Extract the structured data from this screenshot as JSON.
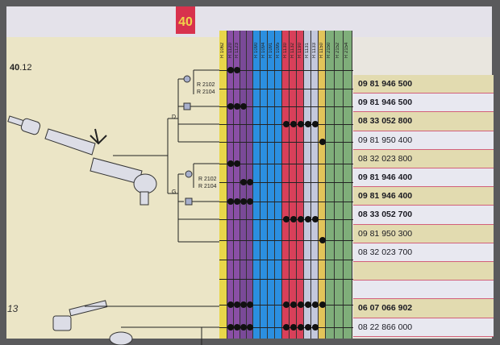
{
  "page_number": "40",
  "section": {
    "major": "40",
    "minor": ".12"
  },
  "figure_number": "13",
  "branch_labels": {
    "right": "D",
    "left": "G"
  },
  "variant_labels": [
    {
      "lines": [
        "R 2102",
        "R 2104"
      ]
    },
    {
      "lines": [
        "R 2102",
        "R 2104"
      ]
    }
  ],
  "model_columns": [
    {
      "label": "R 1062",
      "color": "#e8d64a"
    },
    {
      "label": "R 1120",
      "color": "#8a4fa6"
    },
    {
      "label": "R 1123",
      "color": "#8a4fa6"
    },
    {
      "label": "",
      "color": "#7a4a98"
    },
    {
      "label": "",
      "color": "#7a4a98"
    },
    {
      "label": "R 1090",
      "color": "#2b8fe0"
    },
    {
      "label": "R 1094",
      "color": "#2b8fe0"
    },
    {
      "label": "R 1091",
      "color": "#2b8fe0"
    },
    {
      "label": "R 1095",
      "color": "#2b8fe0"
    },
    {
      "label": "R 1130",
      "color": "#d8405a"
    },
    {
      "label": "R 1132",
      "color": "#d8405a"
    },
    {
      "label": "R 1190",
      "color": "#d8405a"
    },
    {
      "label": "R 1131",
      "color": "#c4c8dc"
    },
    {
      "label": "R 1133",
      "color": "#c4c8dc"
    },
    {
      "label": "R 1150",
      "color": "#e2c45a"
    },
    {
      "label": "R 2150",
      "color": "#7fae7a"
    },
    {
      "label": "R 2152",
      "color": "#7fae7a"
    },
    {
      "label": "R 2154",
      "color": "#7fae7a"
    }
  ],
  "rows": [
    {
      "part": "09 81 946 500",
      "bold": true,
      "marks": [
        1,
        2
      ]
    },
    {
      "part": "09 81 946 500",
      "bold": true,
      "marks": []
    },
    {
      "part": "08 33 052 800",
      "bold": true,
      "marks": [
        1,
        2,
        3
      ]
    },
    {
      "part": "09 81 950 400",
      "bold": false,
      "marks": [
        9,
        10,
        11,
        12,
        13
      ]
    },
    {
      "part": "08 32 023 800",
      "bold": false,
      "marks": [
        14
      ]
    },
    {
      "part": "09 81 946 400",
      "bold": true,
      "marks": [
        1,
        2
      ]
    },
    {
      "part": "09 81 946 400",
      "bold": true,
      "marks": [
        3,
        4
      ]
    },
    {
      "part": "08 33 052 700",
      "bold": true,
      "marks": [
        1,
        2,
        3,
        4
      ]
    },
    {
      "part": "09 81 950 300",
      "bold": false,
      "marks": [
        9,
        10,
        11,
        12,
        13
      ]
    },
    {
      "part": "08 32 023 700",
      "bold": false,
      "marks": [
        14
      ]
    },
    {
      "part": "",
      "bold": false,
      "marks": []
    },
    {
      "part": "",
      "bold": false,
      "marks": []
    },
    {
      "part": "06 07 066 902",
      "bold": true,
      "marks": [
        1,
        2,
        3,
        4,
        9,
        10,
        11,
        12,
        13,
        14
      ]
    },
    {
      "part": "08 22 866 000",
      "bold": false,
      "marks": [
        1,
        2,
        3,
        4,
        9,
        10,
        11,
        12,
        13
      ]
    }
  ]
}
